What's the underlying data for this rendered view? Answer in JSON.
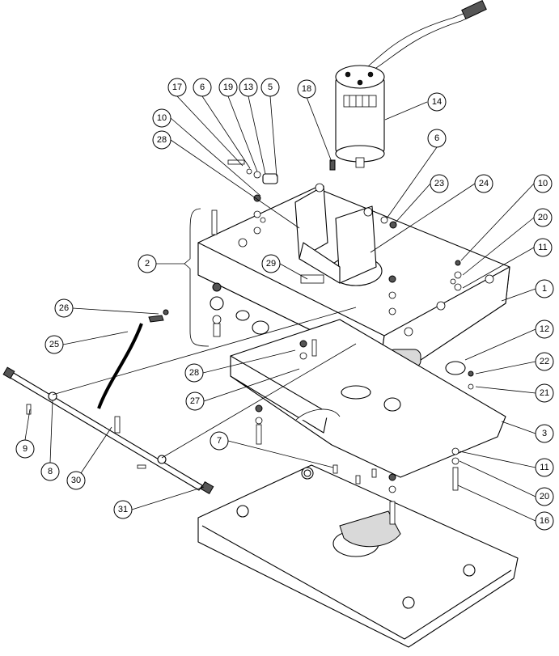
{
  "callouts": [
    {
      "label": "17"
    },
    {
      "label": "6"
    },
    {
      "label": "19"
    },
    {
      "label": "13"
    },
    {
      "label": "5"
    },
    {
      "label": "18"
    },
    {
      "label": "14"
    },
    {
      "label": "10"
    },
    {
      "label": "28"
    },
    {
      "label": "6"
    },
    {
      "label": "23"
    },
    {
      "label": "24"
    },
    {
      "label": "10"
    },
    {
      "label": "20"
    },
    {
      "label": "11"
    },
    {
      "label": "2"
    },
    {
      "label": "29"
    },
    {
      "label": "1"
    },
    {
      "label": "26"
    },
    {
      "label": "25"
    },
    {
      "label": "12"
    },
    {
      "label": "22"
    },
    {
      "label": "28"
    },
    {
      "label": "21"
    },
    {
      "label": "27"
    },
    {
      "label": "3"
    },
    {
      "label": "9"
    },
    {
      "label": "8"
    },
    {
      "label": "7"
    },
    {
      "label": "30"
    },
    {
      "label": "11"
    },
    {
      "label": "20"
    },
    {
      "label": "31"
    },
    {
      "label": "16"
    }
  ]
}
